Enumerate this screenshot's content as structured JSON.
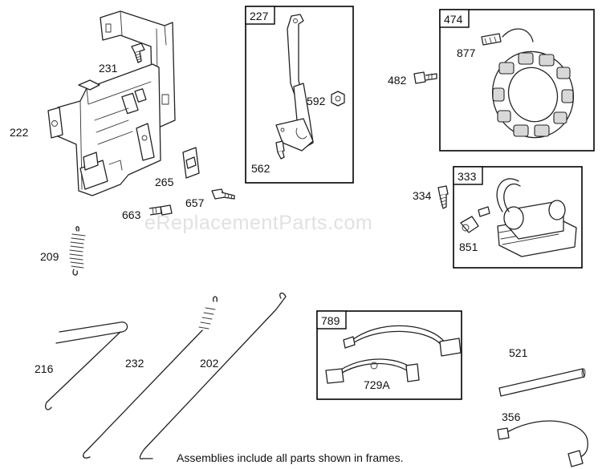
{
  "watermark": "eReplacementParts.com",
  "footer": "Assemblies include all parts shown in frames.",
  "frames": {
    "f227": "227",
    "f474": "474",
    "f333": "333",
    "f789": "789"
  },
  "labels": {
    "p231": "231",
    "p222": "222",
    "p265": "265",
    "p657": "657",
    "p663": "663",
    "p209": "209",
    "p592": "592",
    "p562": "562",
    "p482": "482",
    "p877": "877",
    "p334": "334",
    "p851": "851",
    "p216": "216",
    "p232": "232",
    "p202": "202",
    "p729A": "729A",
    "p521": "521",
    "p356": "356"
  }
}
